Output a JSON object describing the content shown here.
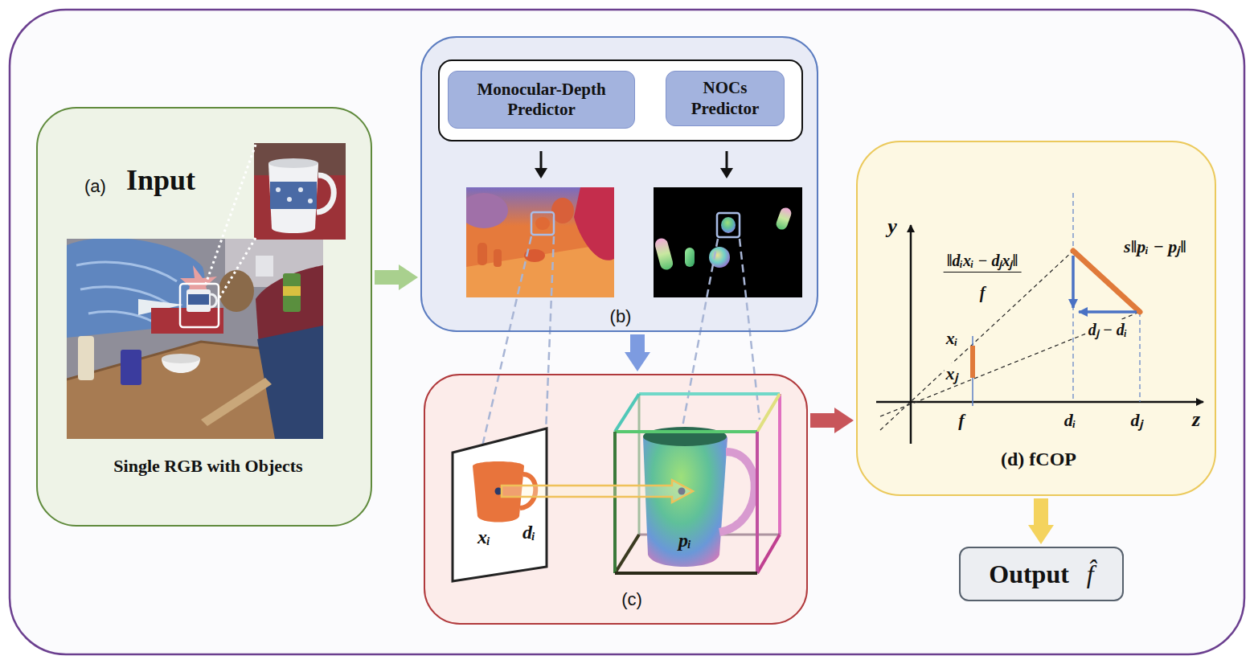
{
  "diagram": {
    "nodes": [
      {
        "text": [
          "(a)",
          "Input",
          "Single RGB with Objects"
        ]
      },
      {
        "text": [
          "(b)"
        ]
      },
      {
        "text": [
          "Monocular-Depth Predictor"
        ],
        "in": 1
      },
      {
        "text": [
          "NOCs Predictor"
        ],
        "in": 1
      },
      {
        "text": [
          "(c)"
        ]
      },
      {
        "text": [
          "(d) fCOP"
        ]
      },
      {
        "text": [
          "Output",
          "f̂"
        ]
      }
    ],
    "edges": [
      {
        "from": 0,
        "to": 1,
        "arrow": "to"
      },
      {
        "from": 1,
        "to": 4,
        "arrow": "to"
      },
      {
        "from": 4,
        "to": 5,
        "arrow": "to"
      },
      {
        "from": 5,
        "to": 6,
        "arrow": "to"
      }
    ],
    "labels": [
      "xᵢ",
      "dᵢ",
      "pᵢ",
      "y",
      "‖dᵢxᵢ − dⱼxⱼ‖",
      "f",
      "s‖pᵢ − pⱼ‖",
      "xᵢ",
      "xⱼ",
      "dⱼ − dᵢ",
      "f",
      "dᵢ",
      "dⱼ",
      "z"
    ]
  }
}
